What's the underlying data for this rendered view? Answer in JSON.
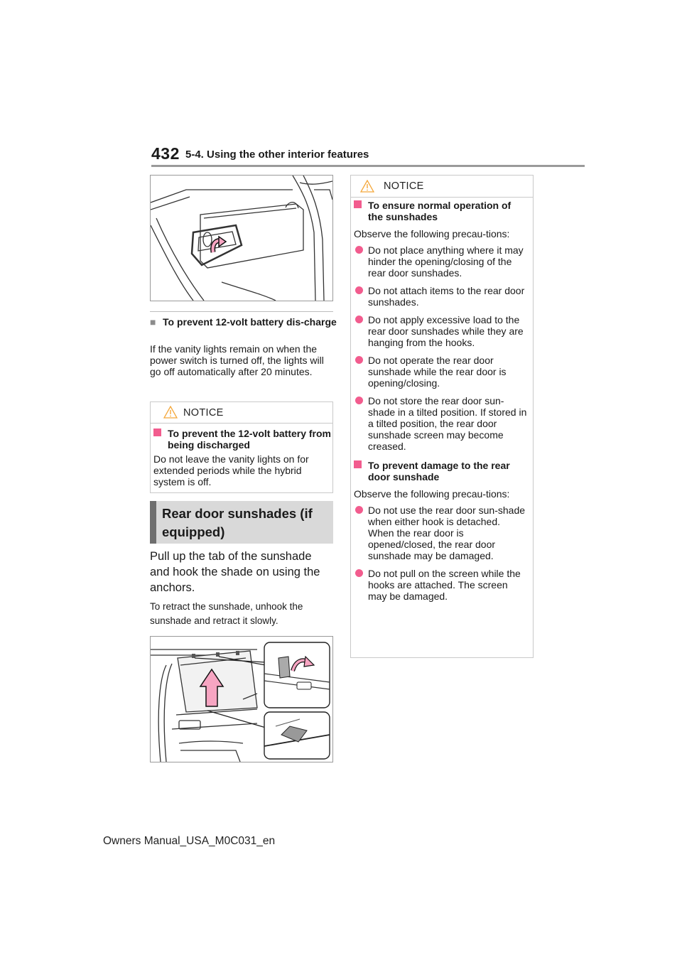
{
  "header": {
    "page_number": "432",
    "section": "5-4. Using the other interior features"
  },
  "left": {
    "battery_heading": "To prevent 12-volt battery dis-charge",
    "battery_text": "If the vanity lights remain on when the power switch is turned off, the lights will go off automatically after 20 minutes.",
    "notice1": {
      "title": "NOTICE",
      "heading": "To prevent the 12-volt battery from being discharged",
      "text": "Do not leave the vanity lights on for extended periods while the hybrid system is off."
    },
    "section_heading": "Rear door sunshades (if equipped)",
    "lead": "Pull up the tab of the sunshade and hook the shade on using the anchors.",
    "small": "To retract the sunshade, unhook the sunshade and retract it slowly."
  },
  "right": {
    "notice_title": "NOTICE",
    "heading1": "To ensure normal operation of the sunshades",
    "intro1": "Observe the following precau-tions:",
    "bullets1": [
      "Do not place anything where it may hinder the opening/closing of the rear door sunshades.",
      "Do not attach items to the rear door sunshades.",
      "Do not apply excessive load to the rear door sunshades while they are hanging from the hooks.",
      "Do not operate the rear door sunshade while the rear door is opening/closing.",
      "Do not store the rear door sun-shade in a tilted position. If stored in a tilted position, the rear door sunshade screen may become creased."
    ],
    "heading2": "To prevent damage to the rear door sunshade",
    "intro2": "Observe the following precau-tions:",
    "bullets2": [
      "Do not use the rear door sun-shade when either hook is detached. When the rear door is opened/closed, the rear door sunshade may be damaged.",
      "Do not pull on the screen while the hooks are attached. The screen may be damaged."
    ]
  },
  "footer": "Owners Manual_USA_M0C031_en",
  "colors": {
    "accent": "#f25c8e",
    "band": "#d9d9d9",
    "band_bar": "#6e6e6e"
  },
  "icons": [
    "warning-triangle-icon",
    "square-bullet-icon",
    "round-bullet-icon"
  ]
}
